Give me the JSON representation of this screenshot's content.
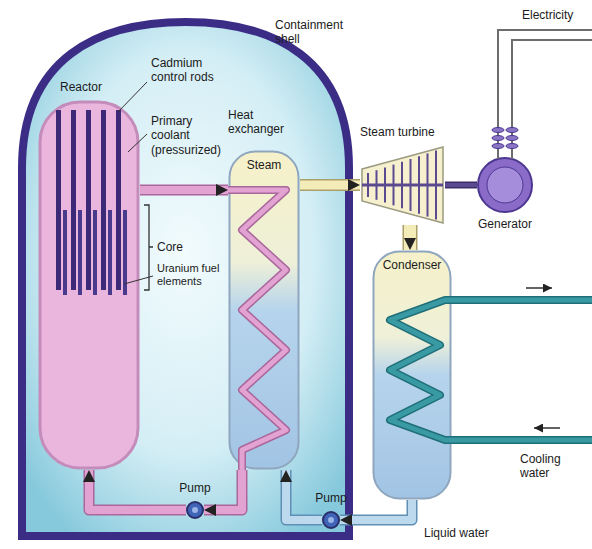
{
  "diagram": {
    "nodes": [
      {
        "text": [
          "Containment shell"
        ]
      },
      {
        "text": [
          "Reactor"
        ],
        "in": 0
      },
      {
        "text": [
          "Heat exchanger",
          "Steam"
        ],
        "in": 0
      },
      {
        "text": [
          "Pump"
        ],
        "in": 0
      },
      {
        "text": [
          "Pump"
        ],
        "in": 0
      },
      {
        "text": [
          "Steam turbine"
        ]
      },
      {
        "text": [
          "Generator"
        ]
      },
      {
        "text": [
          "Condenser"
        ]
      }
    ],
    "edges": [
      {
        "from": 1,
        "to": 2,
        "arrow": "to"
      },
      {
        "from": 2,
        "to": 3,
        "arrow": "to"
      },
      {
        "from": 3,
        "to": 1,
        "arrow": "to"
      },
      {
        "from": 2,
        "to": 5,
        "arrow": "to"
      },
      {
        "from": 5,
        "to": 6,
        "arrow": "none"
      },
      {
        "from": 5,
        "to": 7,
        "arrow": "to"
      },
      {
        "from": 7,
        "to": 4,
        "arrow": "to"
      },
      {
        "from": 4,
        "to": 2,
        "arrow": "to"
      }
    ],
    "labels": [
      "Cadmium control rods",
      "Primary coolant (pressurized)",
      "Core",
      "Uranium fuel elements",
      "Electricity",
      "Liquid water",
      "Cooling water"
    ]
  }
}
